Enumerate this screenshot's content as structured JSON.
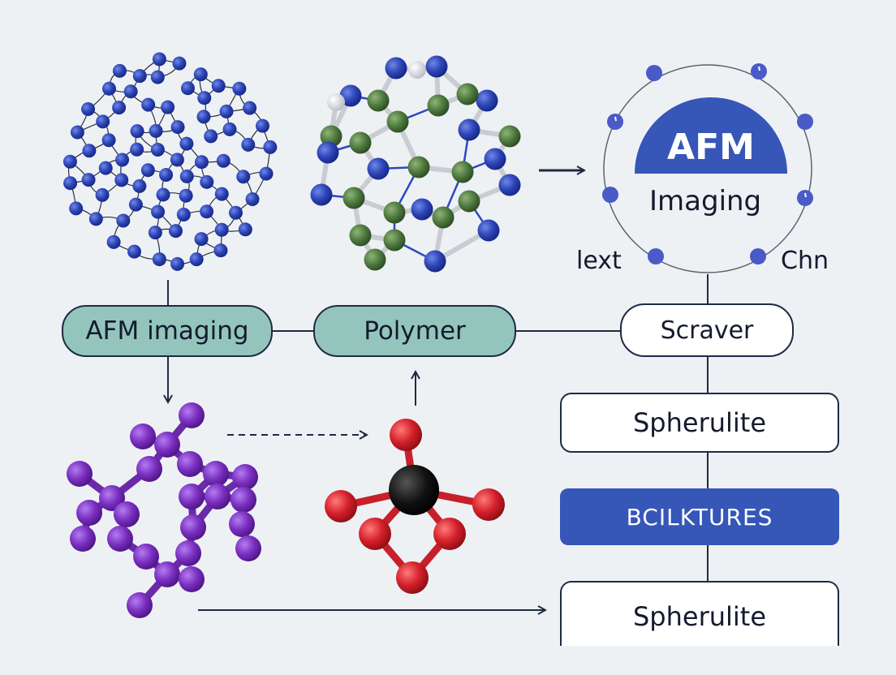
{
  "diagram": {
    "afm_badge": {
      "title": "AFM",
      "subtitle": "Imaging"
    },
    "orbit_labels": {
      "left": "lext",
      "right": "Chn"
    },
    "nodes": {
      "afm_imaging": "AFM imaging",
      "polymer": "Polymer",
      "scraver": "Scraver",
      "spherulite_top": "Spherulite",
      "bcilktures": "BCILKTURES",
      "spherulite_bottom": "Spherulite"
    },
    "colors": {
      "network_node": "#2c44b4",
      "cage_green": "#4e7a3e",
      "cage_blue": "#2a4ac0",
      "purple_molecule": "#7a2fc0",
      "red_molecule": "#d4202a",
      "center_atom": "#111111",
      "pill_green": "#93c5bd",
      "accent_blue": "#3656b8",
      "line": "#1f2a44"
    },
    "icons": [
      "random-network-molecule-icon",
      "cage-molecule-icon",
      "afm-orbit-icon",
      "purple-molecule-icon",
      "red-molecule-icon"
    ]
  }
}
